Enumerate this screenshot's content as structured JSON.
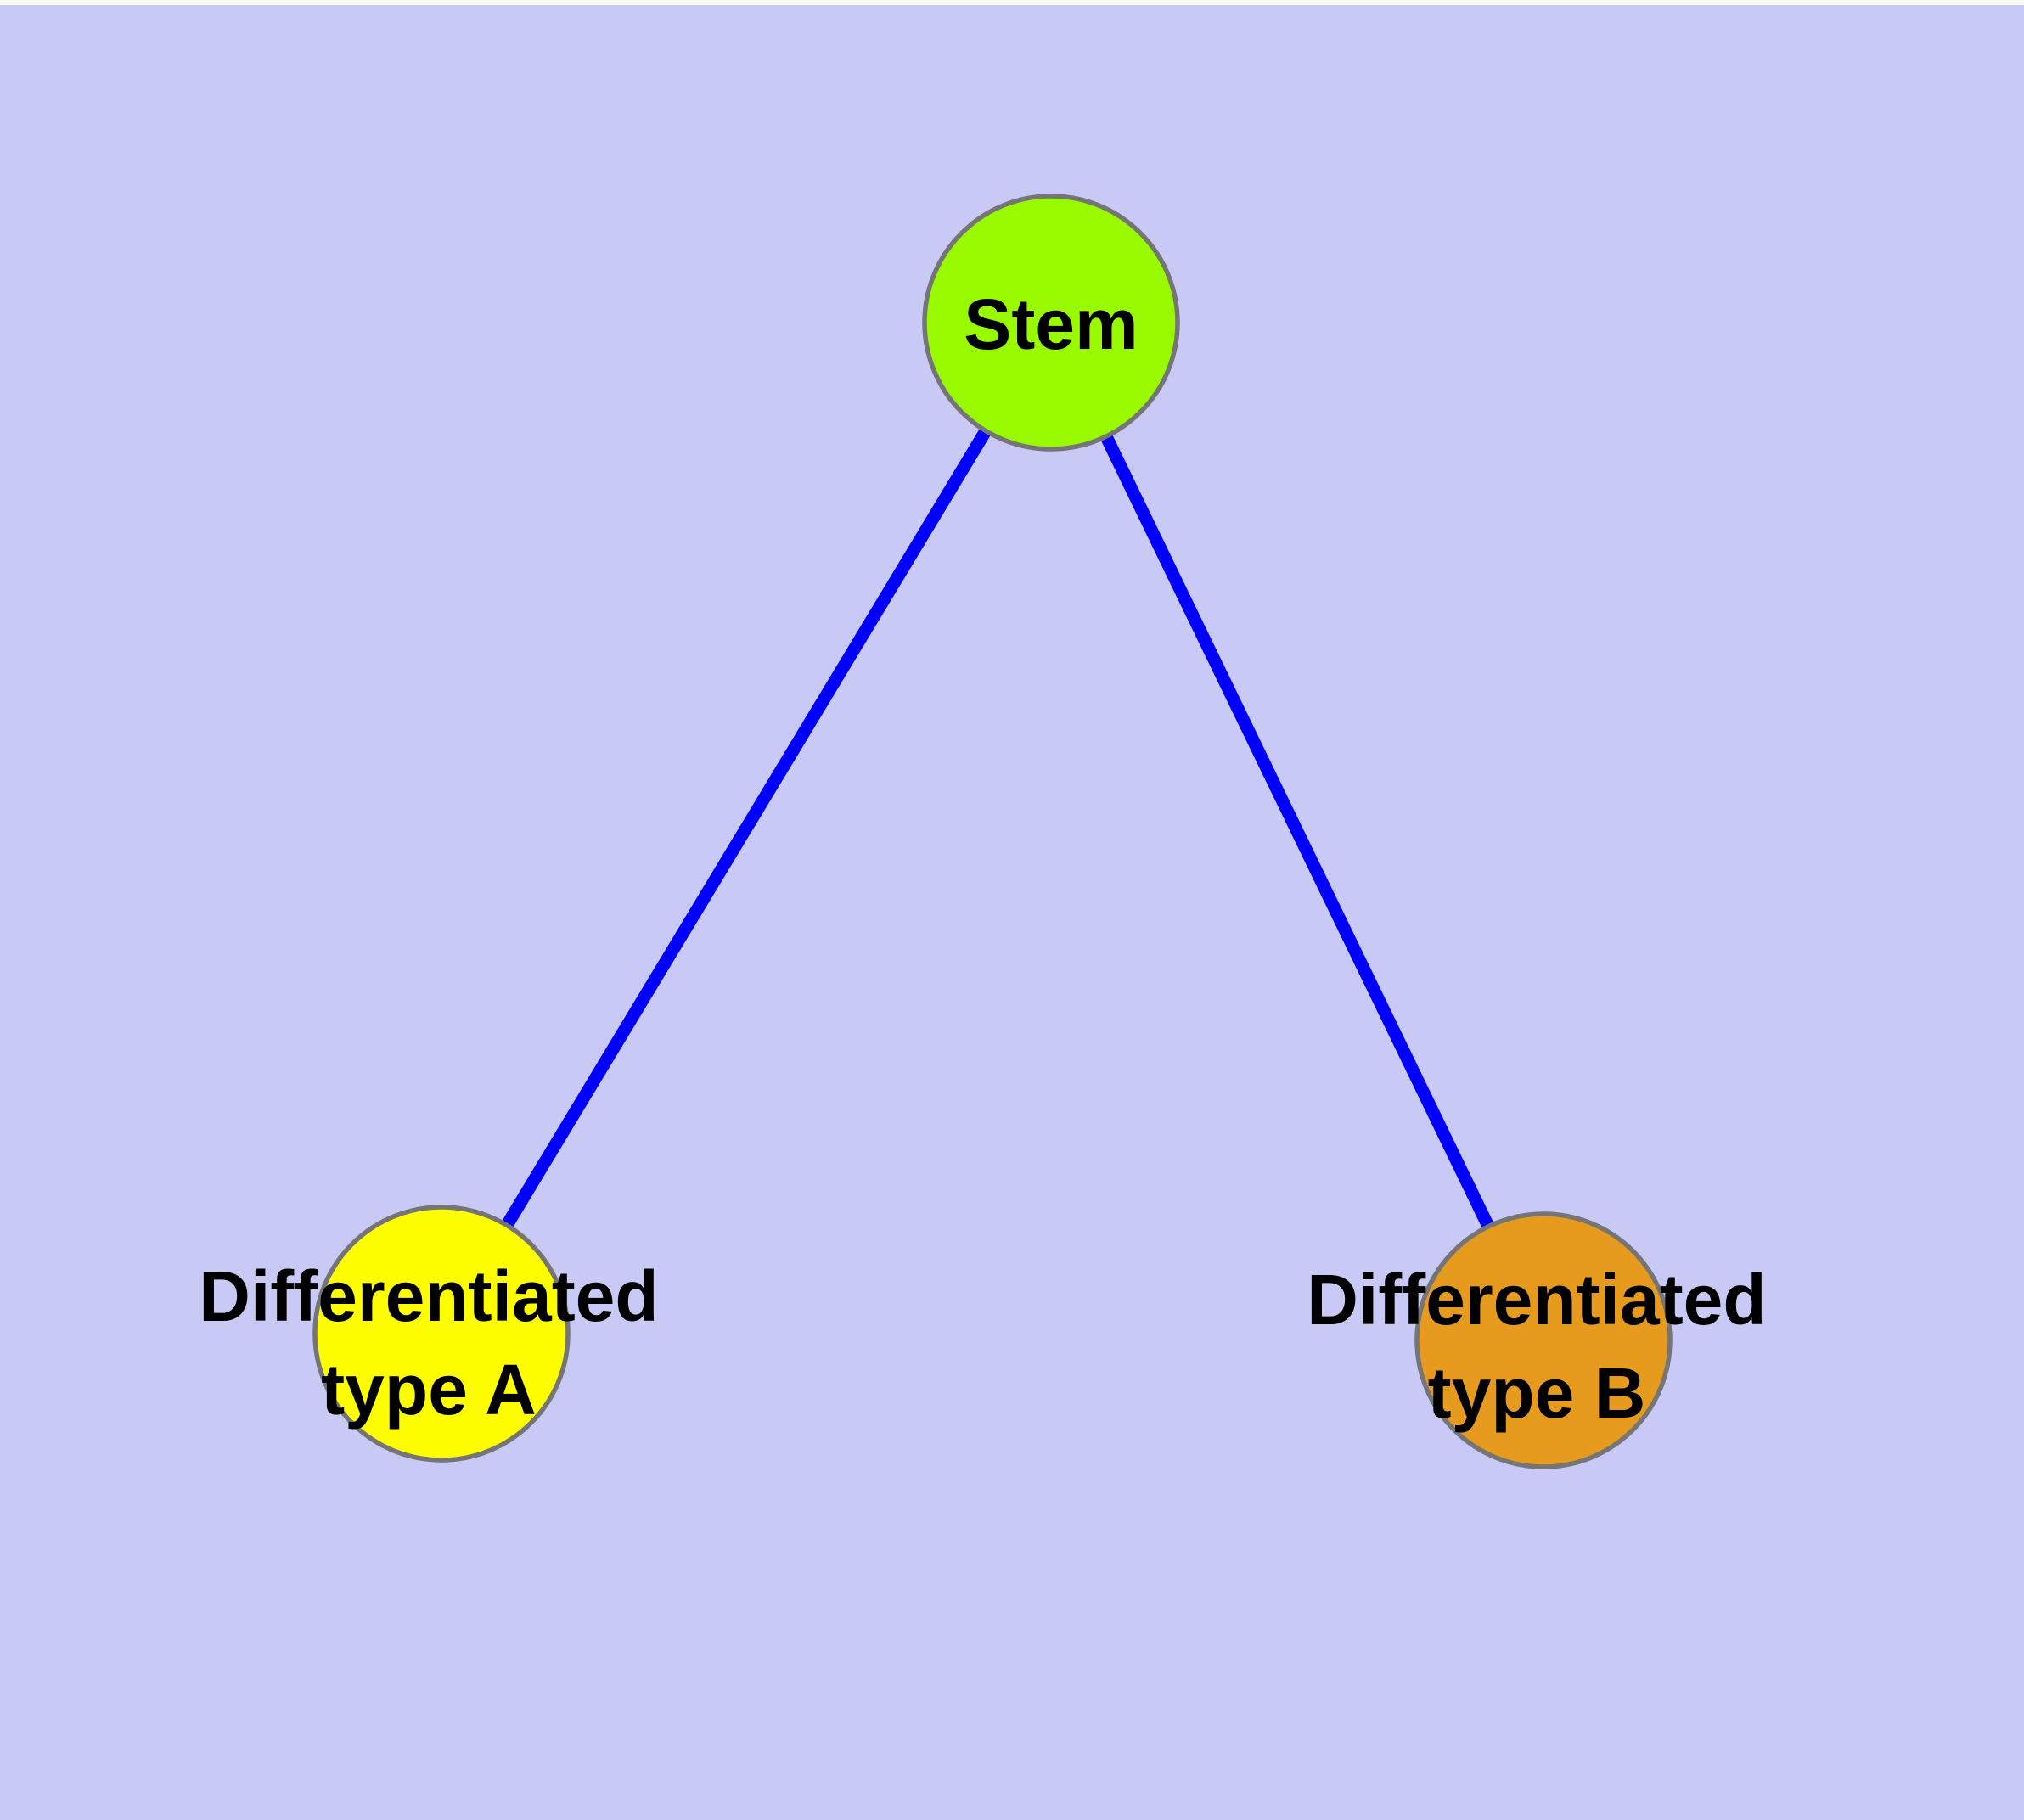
{
  "diagram": {
    "background_color": "#c9c9f6",
    "edge_color": "#0000fb",
    "node_border_color": "#757575",
    "nodes": [
      {
        "id": "stem",
        "label": "Stem",
        "lines": [
          "Stem"
        ],
        "fill": "#99fa00"
      },
      {
        "id": "typeA",
        "label": "Differentiated type A",
        "lines": [
          "Differentiated",
          "type A"
        ],
        "fill": "#fefe00"
      },
      {
        "id": "typeB",
        "label": "Differentiated type B",
        "lines": [
          "Differentiated",
          "type B"
        ],
        "fill": "#e69b1e"
      }
    ],
    "edges": [
      {
        "from": "Stem",
        "to": "Differentiated type A"
      },
      {
        "from": "Stem",
        "to": "Differentiated type B"
      }
    ]
  }
}
